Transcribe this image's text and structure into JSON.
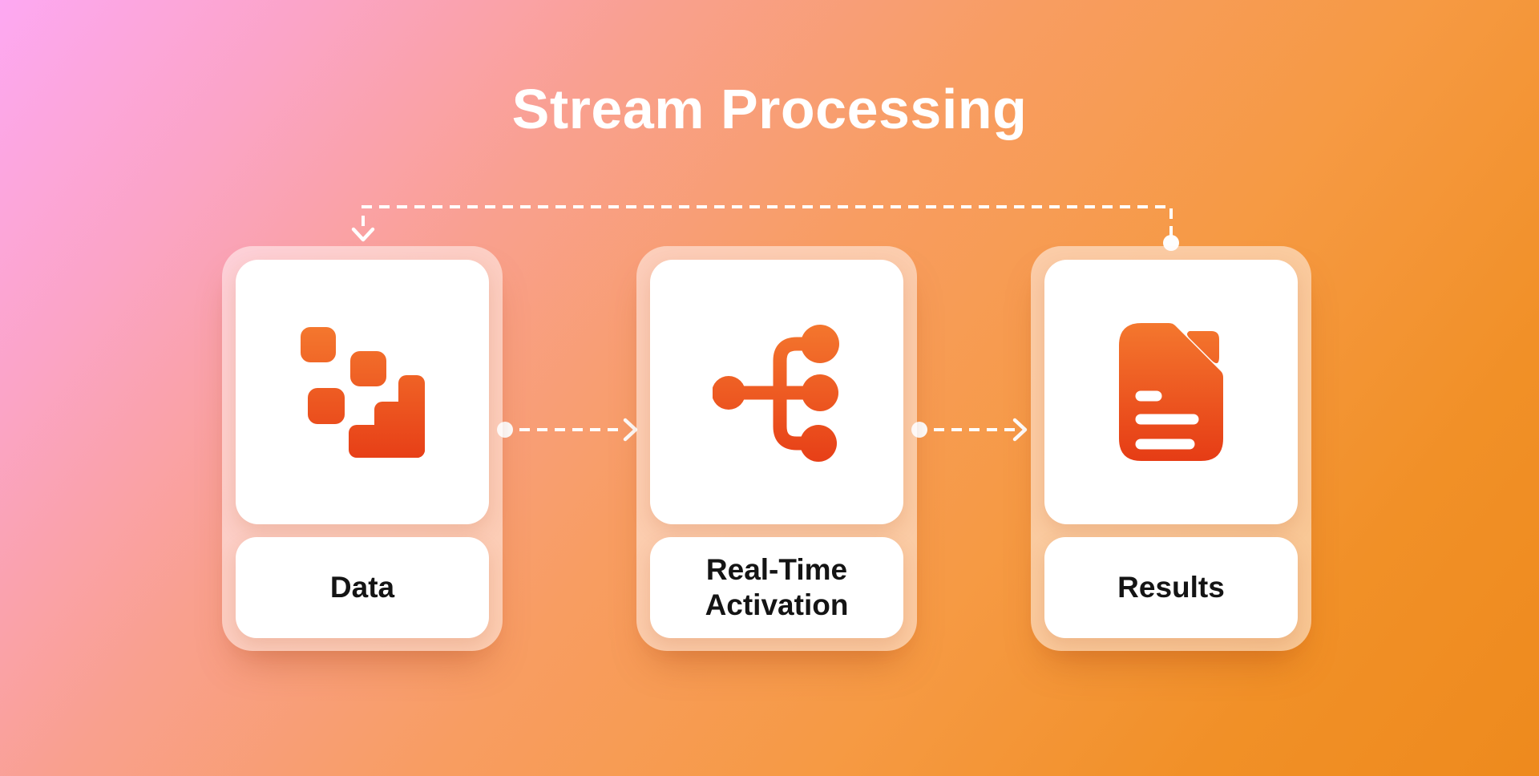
{
  "title": "Stream Processing",
  "cards": [
    {
      "id": "data",
      "label": "Data",
      "icon": "pixel-data-icon"
    },
    {
      "id": "activation",
      "label": "Real-Time Activation",
      "icon": "fanout-branch-icon"
    },
    {
      "id": "results",
      "label": "Results",
      "icon": "document-icon"
    }
  ],
  "connectors": {
    "style": "dashed",
    "color": "#ffffff",
    "flow": [
      "Data -> Real-Time Activation",
      "Real-Time Activation -> Results",
      "Results -> Data (feedback loop)"
    ]
  },
  "colors": {
    "background_top_left": "#fda8f2",
    "background_bottom_right": "#ee8a1d",
    "icon_gradient_top": "#f4732b",
    "icon_gradient_bottom": "#e74018",
    "card_frame": "rgba(255,249,247,0.52)",
    "card_background": "#ffffff",
    "label_text": "#141414",
    "title_text": "#ffffff"
  }
}
